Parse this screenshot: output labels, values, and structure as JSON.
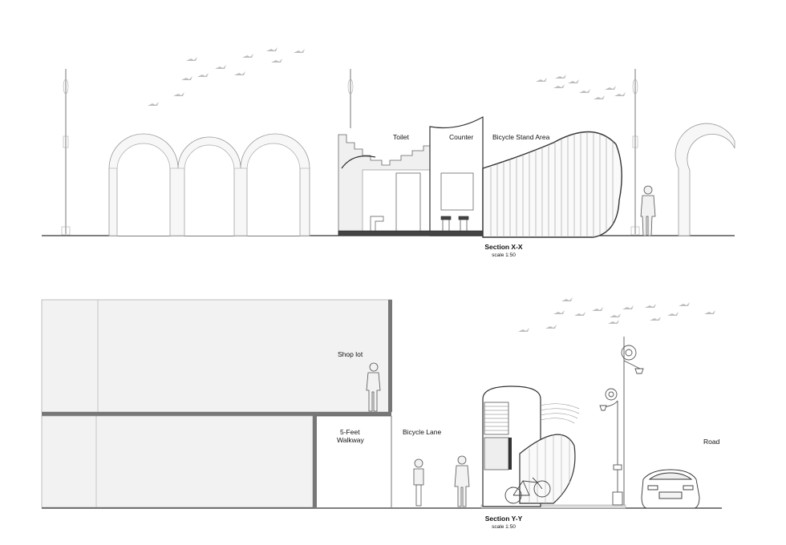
{
  "section_xx": {
    "labels": {
      "toilet": "Toilet",
      "counter": "Counter",
      "bicycle_stand_area": "Bicycle Stand Area"
    },
    "title": "Section X-X",
    "scale": "scale 1:50"
  },
  "section_yy": {
    "labels": {
      "shop_lot": "Shop lot",
      "walkway_line1": "5-Feet",
      "walkway_line2": "Walkway",
      "bicycle_lane": "Bicycle Lane",
      "road": "Road"
    },
    "title": "Section Y-Y",
    "scale": "scale 1:50"
  },
  "colors": {
    "line": "#555555",
    "fill_light": "#f0f0f0",
    "bird": "#bdbdbd"
  }
}
